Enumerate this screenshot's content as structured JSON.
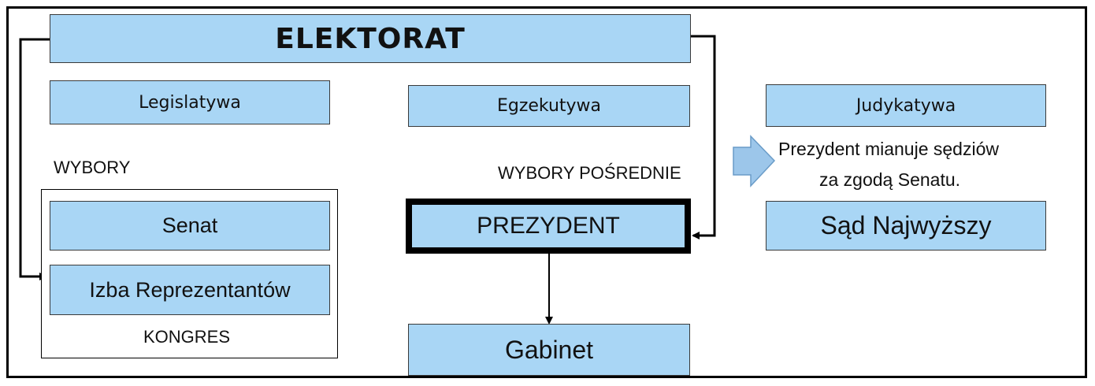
{
  "diagram": {
    "colors": {
      "box_fill": "#a9d6f5",
      "border": "#000000",
      "connector": "#000000",
      "arrow_fill": "#9cc6ea"
    },
    "nodes": {
      "elektorat": "ELEKTORAT",
      "legislatywa": "Legislatywa",
      "egzekutywa": "Egzekutywa",
      "judykatywa": "Judykatywa",
      "senat": "Senat",
      "izba": "Izba Reprezentantów",
      "prezydent": "PREZYDENT",
      "gabinet": "Gabinet",
      "sad": "Sąd Najwyższy"
    },
    "labels": {
      "wybory": "WYBORY",
      "wybory_posrednie": "WYBORY POŚREDNIE",
      "kongres": "KONGRES",
      "mianuje_line1": "Prezydent mianuje sędziów",
      "mianuje_line2": "za zgodą Senatu."
    },
    "icons": {
      "block_arrow": "right-block-arrow-icon"
    }
  }
}
